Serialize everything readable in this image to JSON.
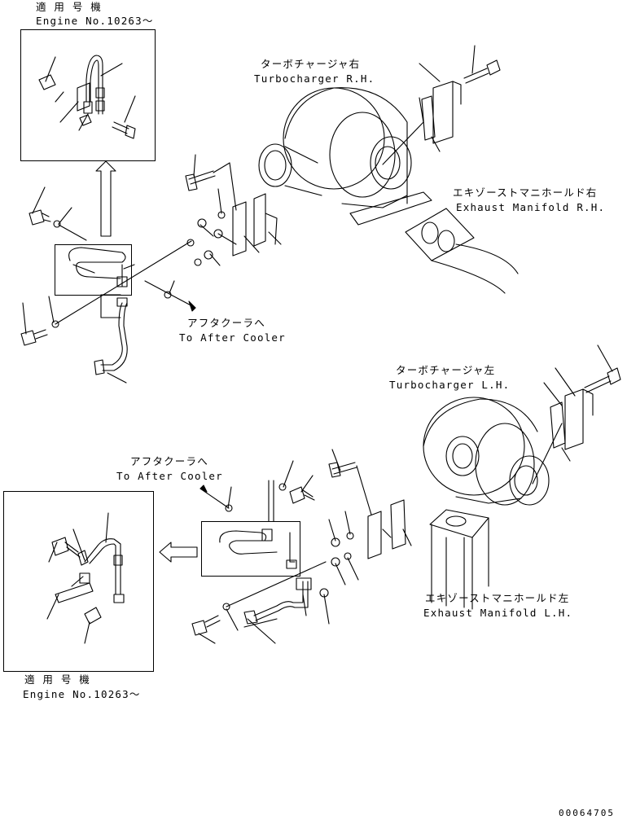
{
  "labels": {
    "top_applicable_jp": "適 用 号 機",
    "top_engine_no": "Engine No.10263～",
    "bottom_applicable_jp": "適 用 号 機",
    "bottom_engine_no": "Engine No.10263～",
    "turbo_rh_jp": "ターボチャージャ右",
    "turbo_rh_en": "Turbocharger R.H.",
    "exhaust_rh_jp": "エキゾーストマニホールド右",
    "exhaust_rh_en": "Exhaust Manifold R.H.",
    "after_cooler_1_jp": "アフタクーラへ",
    "after_cooler_1_en": "To After Cooler",
    "turbo_lh_jp": "ターボチャージャ左",
    "turbo_lh_en": "Turbocharger L.H.",
    "after_cooler_2_jp": "アフタクーラへ",
    "after_cooler_2_en": "To After Cooler",
    "exhaust_lh_jp": "エキゾーストマニホールド左",
    "exhaust_lh_en": "Exhaust Manifold L.H.",
    "drawing_no": "00064705"
  }
}
